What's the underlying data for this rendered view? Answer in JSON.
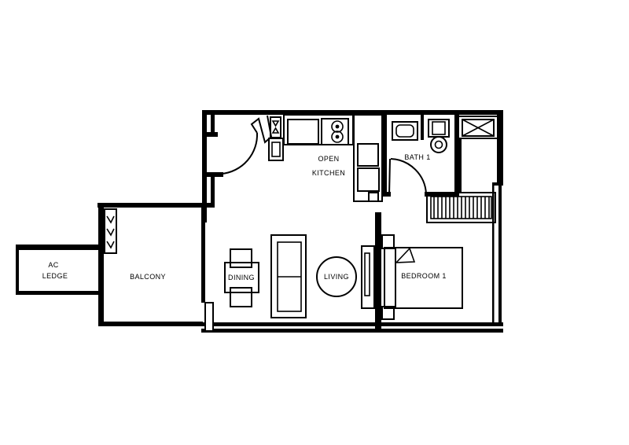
{
  "page": {
    "type": "apartment-floor-plan",
    "background_color": "#ffffff",
    "line_color": "#000000"
  },
  "rooms": {
    "ac_ledge": {
      "line1": "AC",
      "line2": "LEDGE"
    },
    "balcony": {
      "label": "BALCONY"
    },
    "dining": {
      "label": "DINING"
    },
    "living": {
      "label": "LIVING"
    },
    "open_kitchen": {
      "line1": "OPEN",
      "line2": "KITCHEN"
    },
    "bath_1": {
      "label": "BATH 1"
    },
    "bedroom_1": {
      "label": "BEDROOM 1"
    }
  },
  "fixtures": [
    "entry-door-swing",
    "shoe-cabinet",
    "duct-panel",
    "kitchen-counter",
    "cooktop",
    "kitchen-appliance-column",
    "bath-sink",
    "toilet",
    "bath-door-swing",
    "service-shaft-x-box",
    "wardrobe",
    "bed",
    "nightstand",
    "tv-console",
    "coffee-table",
    "sofa",
    "dining-table",
    "dining-chair",
    "balcony-sliding-door",
    "ac-unit-louvre"
  ]
}
